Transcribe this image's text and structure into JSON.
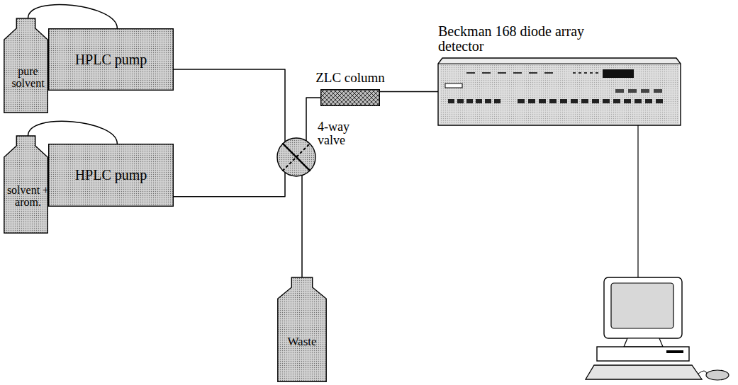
{
  "diagram": {
    "nodes": [
      {
        "text": [
          "pure solvent"
        ]
      },
      {
        "text": [
          "HPLC pump"
        ]
      },
      {
        "text": [
          "solvent + arom."
        ]
      },
      {
        "text": [
          "HPLC pump"
        ]
      },
      {
        "text": [
          "4-way valve"
        ]
      },
      {
        "text": [
          "ZLC column"
        ]
      },
      {
        "text": [
          "Beckman 168 diode array detector"
        ]
      },
      {
        "text": [
          "Waste"
        ]
      }
    ],
    "edges": [
      {
        "from": 0,
        "to": 1,
        "arrow": "none"
      },
      {
        "from": 2,
        "to": 3,
        "arrow": "none"
      },
      {
        "from": 1,
        "to": 4,
        "arrow": "none"
      },
      {
        "from": 3,
        "to": 4,
        "arrow": "none"
      },
      {
        "from": 4,
        "to": 5,
        "arrow": "none"
      },
      {
        "from": 4,
        "to": 7,
        "arrow": "none"
      },
      {
        "from": 5,
        "to": 6,
        "arrow": "none"
      }
    ]
  }
}
